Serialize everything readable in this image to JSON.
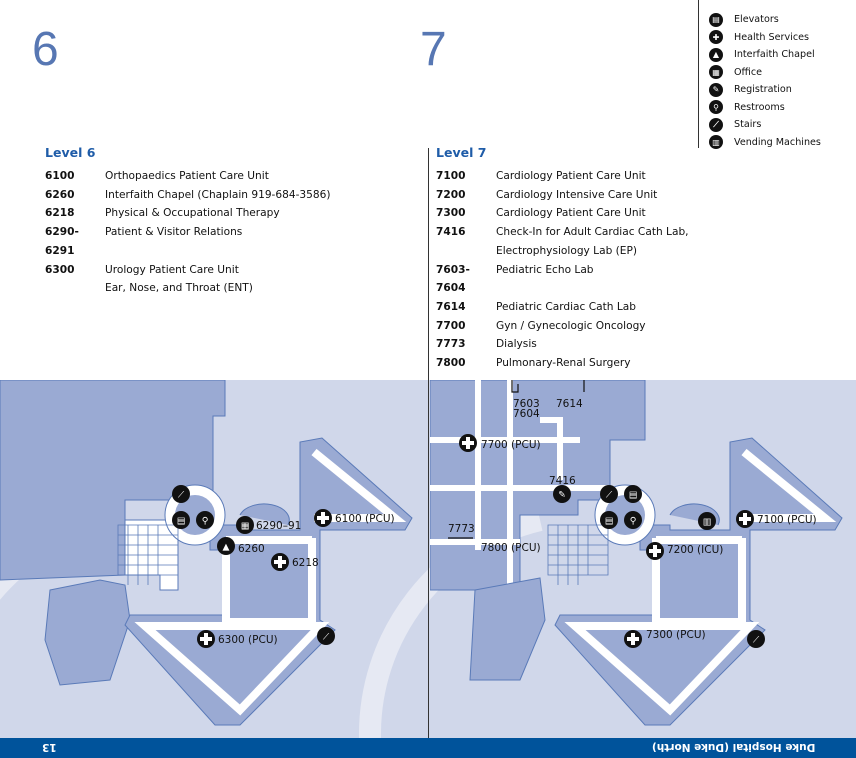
{
  "level6": {
    "number": "6",
    "heading": "Level 6",
    "rows": [
      {
        "code": "6100",
        "label": "Orthopaedics Patient Care Unit"
      },
      {
        "code": "6260",
        "label": "Interfaith Chapel (Chaplain 919-684-3586)"
      },
      {
        "code": "6218",
        "label": "Physical & Occupational Therapy"
      },
      {
        "code": "6290-6291",
        "label": "Patient & Visitor Relations"
      },
      {
        "code": "6300",
        "label": "Urology Patient Care Unit\nEar, Nose, and Throat (ENT)"
      }
    ]
  },
  "level7": {
    "number": "7",
    "heading": "Level 7",
    "rows": [
      {
        "code": "7100",
        "label": "Cardiology Patient Care Unit"
      },
      {
        "code": "7200",
        "label": "Cardiology Intensive Care Unit"
      },
      {
        "code": "7300",
        "label": "Cardiology Patient Care Unit"
      },
      {
        "code": "7416",
        "label": "Check-In for Adult Cardiac Cath Lab,\nElectrophysiology Lab (EP)"
      },
      {
        "code": "7603-7604",
        "label": "Pediatric Echo Lab"
      },
      {
        "code": "7614",
        "label": "Pediatric Cardiac Cath Lab"
      },
      {
        "code": "7700",
        "label": "Gyn / Gynecologic Oncology"
      },
      {
        "code": "7773",
        "label": "Dialysis"
      },
      {
        "code": "7800",
        "label": "Pulmonary-Renal Surgery"
      }
    ]
  },
  "legend": [
    {
      "icon": "elevator-icon",
      "label": "Elevators"
    },
    {
      "icon": "health-services-icon",
      "label": "Health Services"
    },
    {
      "icon": "chapel-icon",
      "label": "Interfaith Chapel"
    },
    {
      "icon": "office-icon",
      "label": "Office"
    },
    {
      "icon": "registration-icon",
      "label": "Registration"
    },
    {
      "icon": "restroom-icon",
      "label": "Restrooms"
    },
    {
      "icon": "stairs-icon",
      "label": "Stairs"
    },
    {
      "icon": "vending-icon",
      "label": "Vending Machines"
    }
  ],
  "map6": {
    "labels": [
      "6290–91",
      "6100 (PCU)",
      "6260",
      "6218",
      "6300 (PCU)"
    ]
  },
  "map7": {
    "labels": [
      "7603",
      "7604",
      "7614",
      "7700 (PCU)",
      "7416",
      "7773",
      "7800 (PCU)",
      "7100 (PCU)",
      "7200 (ICU)",
      "7300 (PCU)"
    ]
  },
  "footer": {
    "page": "13",
    "title": "Duke Hospital (Duke North)"
  },
  "colors": {
    "accent": "#1f5ca8",
    "building": "#9aaad3",
    "background": "#d0d7ea",
    "footer": "#00539b"
  }
}
